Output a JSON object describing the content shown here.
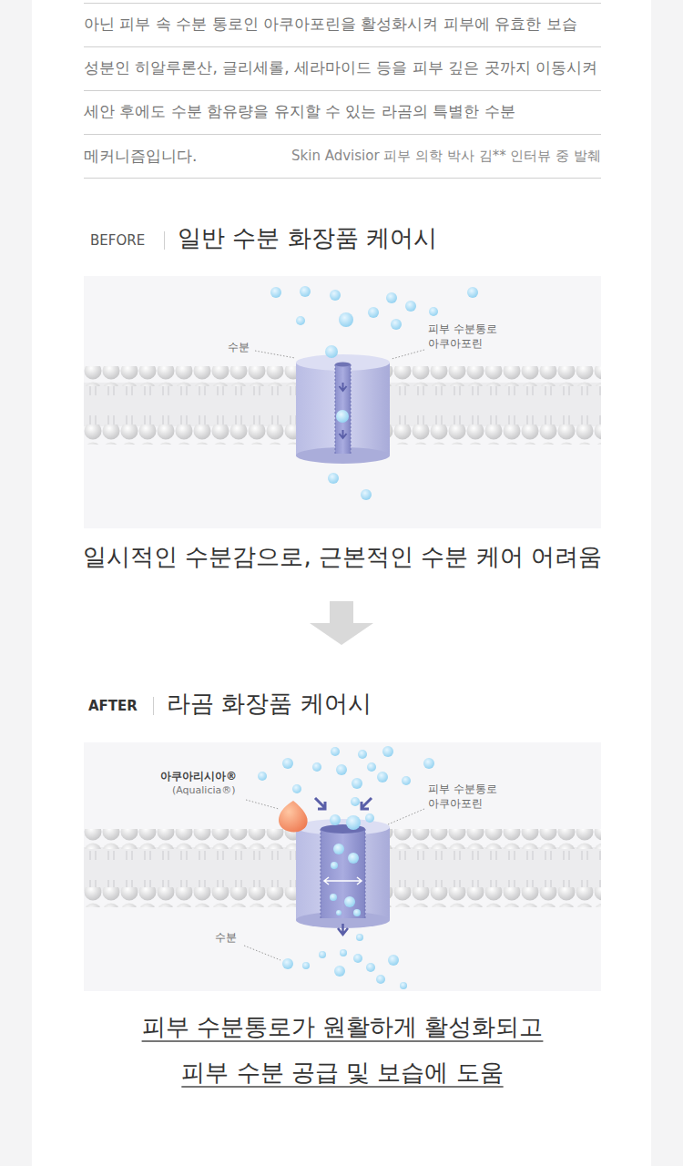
{
  "diagram": {
    "labels": [
      "아닌 피부 속 수분 통로인 아쿠아포린을 활성화시켜 피부에 유효한 보습",
      "성분인 히알루론산, 글리세롤, 세라마이드 등을 피부 깊은 곳까지 이동시켜",
      "세안 후에도 수분 함유량을 유지할 수 있는 라곰의 특별한 수분",
      "메커니즘입니다.",
      "Skin Advisior 피부 의학 박사 김** 인터뷰 중 발췌",
      "BEFORE",
      "일반 수분 화장품 케어시",
      "수분",
      "피부 수분통로 아쿠아포린",
      "일시적인 수분감으로, 근본적인 수분 케어 어려움",
      "AFTER",
      "라곰 화장품 케어시",
      "아쿠아리시아®",
      "(Aqualicia®)",
      "피부 수분통로 아쿠아포린",
      "수분",
      "피부 수분통로가 원활하게 활성화되고",
      "피부 수분 공급 및 보습에 도움"
    ]
  }
}
